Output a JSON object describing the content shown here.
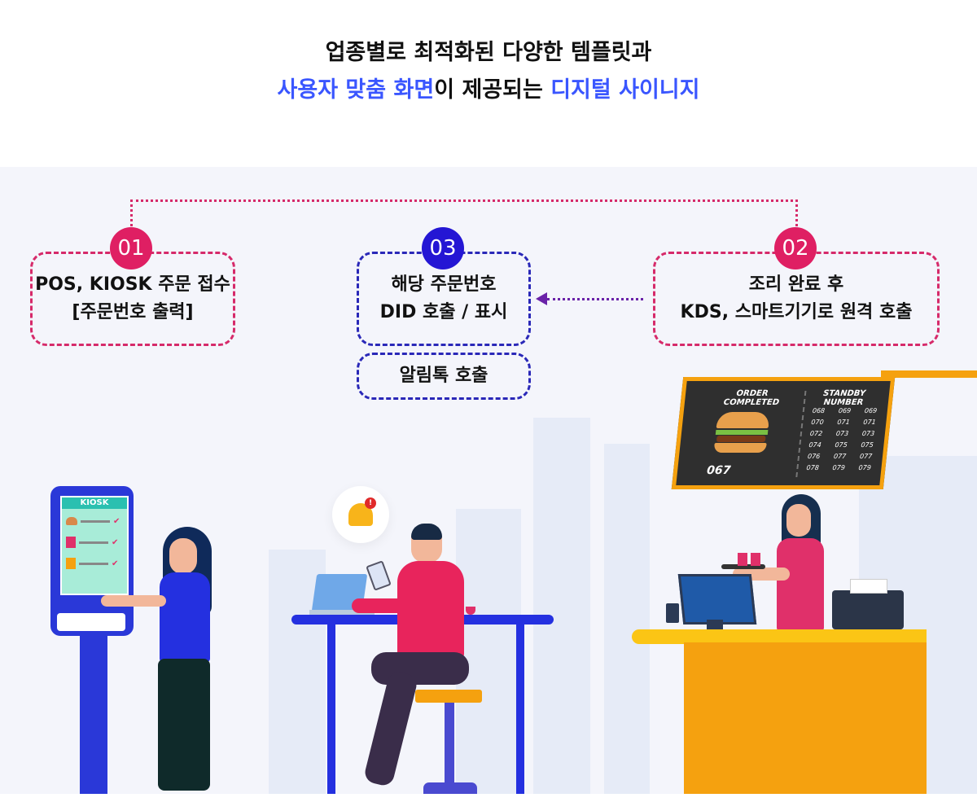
{
  "heading": {
    "line1": "업종별로 최적화된 다양한 템플릿과",
    "line2_highlight_a": "사용자 맞춤 화면",
    "line2_plain": "이 제공되는 ",
    "line2_highlight_b": "디지털 사이니지"
  },
  "steps": [
    {
      "badge": "01",
      "line1": "POS, KIOSK 주문 접수",
      "line2": "[주문번호 출력]"
    },
    {
      "badge": "02",
      "line1": "조리 완료 후",
      "line2": "KDS, 스마트기기로 원격 호출"
    },
    {
      "badge": "03",
      "line1": "해당 주문번호",
      "line2": "DID 호출 / 표시"
    }
  ],
  "kakao_box": {
    "label": "알림톡 호출"
  },
  "kiosk": {
    "label": "KIOSK"
  },
  "did_board": {
    "order_completed": "ORDER COMPLETED",
    "standby_number": "STANDBY NUMBER",
    "current_number": "067",
    "standby_numbers": [
      "068",
      "069",
      "069",
      "070",
      "071",
      "071",
      "072",
      "073",
      "073",
      "074",
      "075",
      "075",
      "076",
      "077",
      "077",
      "078",
      "079",
      "079"
    ]
  },
  "colors": {
    "accent_blue": "#3a56ff",
    "pink": "#df1f63",
    "navy_blue": "#2416d4",
    "orange": "#f5a10f",
    "background": "#f4f5fb"
  },
  "icons": [
    "bell-icon",
    "burger-icon",
    "check-icon"
  ]
}
